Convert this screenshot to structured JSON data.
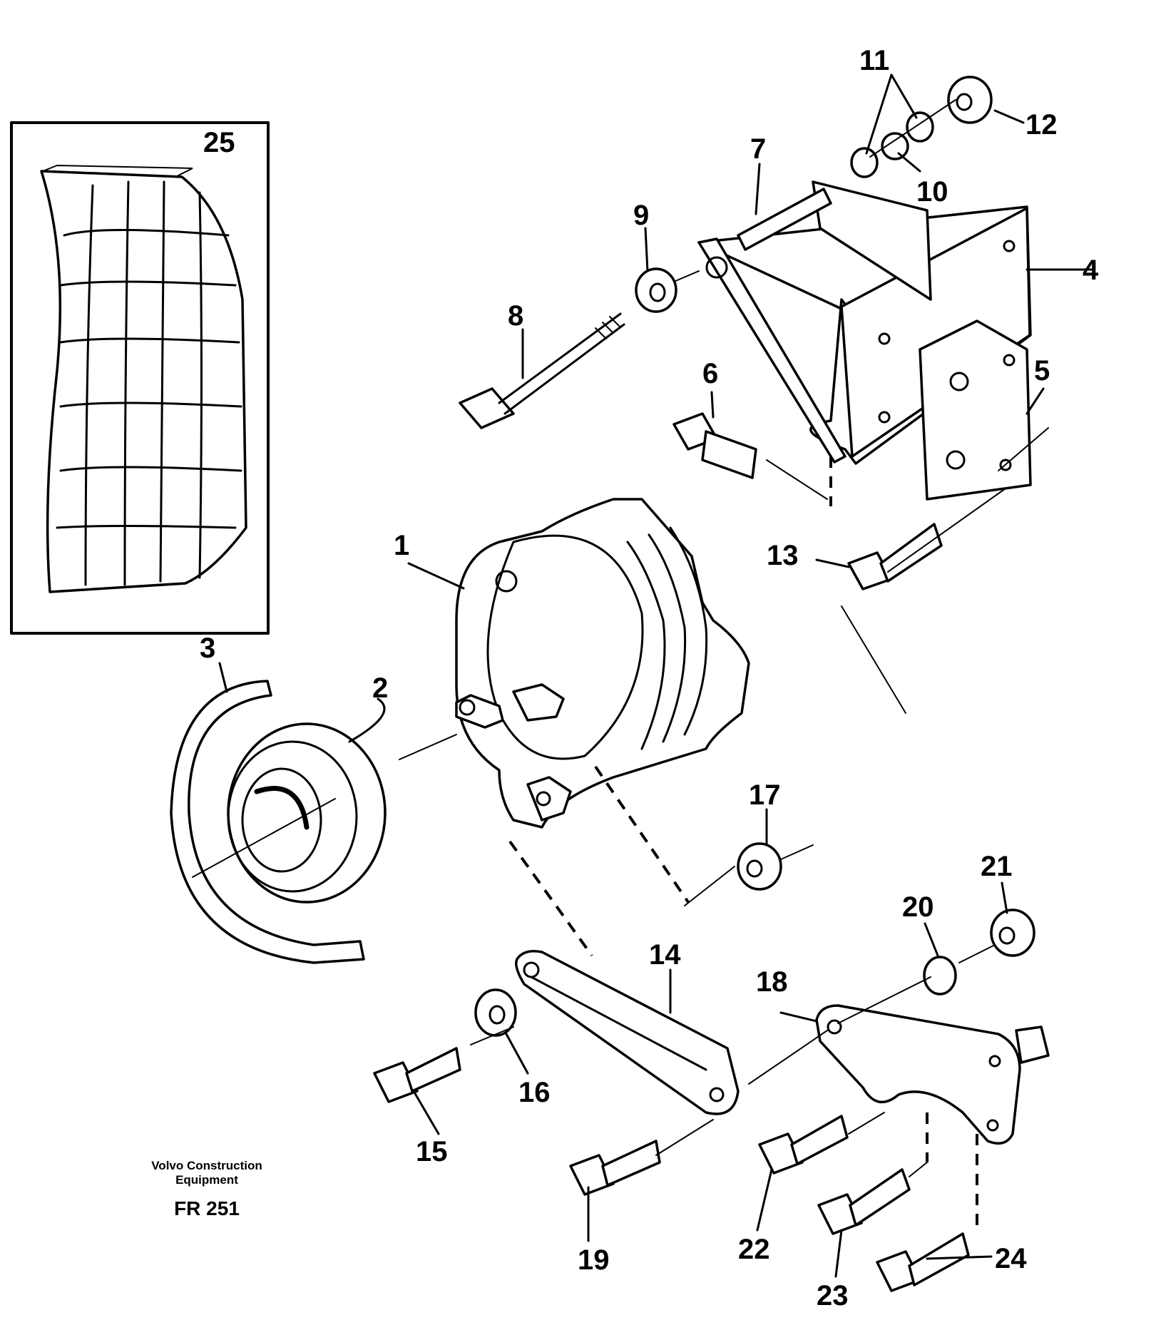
{
  "credit": {
    "line1": "Volvo Construction",
    "line2": "Equipment",
    "ref": "FR 251"
  },
  "parts": [
    {
      "num": "1"
    },
    {
      "num": "2"
    },
    {
      "num": "3"
    },
    {
      "num": "4"
    },
    {
      "num": "5"
    },
    {
      "num": "6"
    },
    {
      "num": "7"
    },
    {
      "num": "8"
    },
    {
      "num": "9"
    },
    {
      "num": "10"
    },
    {
      "num": "11"
    },
    {
      "num": "12"
    },
    {
      "num": "13"
    },
    {
      "num": "14"
    },
    {
      "num": "15"
    },
    {
      "num": "16"
    },
    {
      "num": "17"
    },
    {
      "num": "18"
    },
    {
      "num": "19"
    },
    {
      "num": "20"
    },
    {
      "num": "21"
    },
    {
      "num": "22"
    },
    {
      "num": "23"
    },
    {
      "num": "24"
    },
    {
      "num": "25"
    }
  ]
}
